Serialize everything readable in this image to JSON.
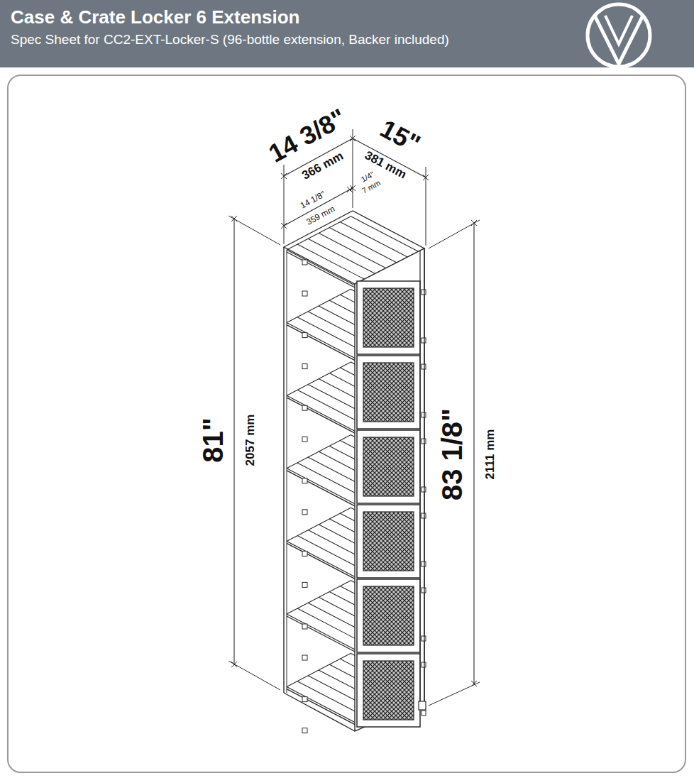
{
  "diagram": {
    "title": "Case & Crate Locker 6 Extension",
    "labels": [
      "Spec Sheet for CC2-EXT-Locker-S (96-bottle extension, Backer included)",
      "14 3/8\"",
      "366 mm",
      "14 1/8\"",
      "359 mm",
      "15\"",
      "381 mm",
      "1/4\"",
      "7 mm",
      "81\"",
      "2057 mm",
      "83 1/8\"",
      "2111 mm"
    ]
  }
}
